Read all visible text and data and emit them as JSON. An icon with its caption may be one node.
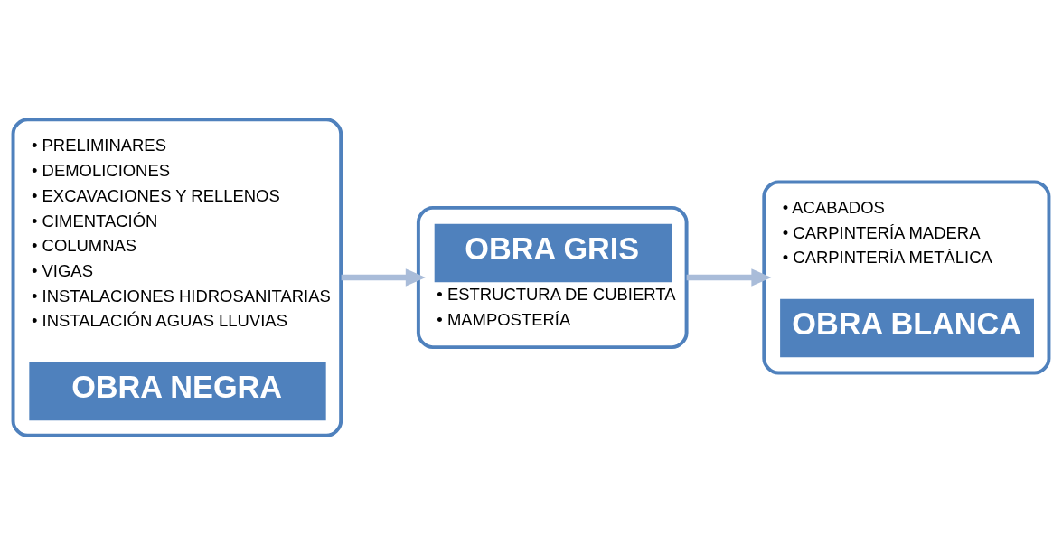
{
  "diagram": {
    "nodes": [
      {
        "text": [
          "• PRELIMINARES",
          "• DEMOLICIONES",
          "• EXCAVACIONES Y RELLENOS",
          "• CIMENTACIÓN",
          "• COLUMNAS",
          "• VIGAS",
          "• INSTALACIONES HIDROSANITARIAS",
          "• INSTALACIÓN AGUAS LLUVIAS",
          "OBRA NEGRA"
        ]
      },
      {
        "text": [
          "OBRA GRIS",
          "• ESTRUCTURA DE CUBIERTA",
          "• MAMPOSTERÍA"
        ]
      },
      {
        "text": [
          "• ACABADOS",
          "• CARPINTERÍA MADERA",
          "• CARPINTERÍA METÁLICA",
          "OBRA BLANCA"
        ]
      }
    ],
    "edges": [
      {
        "from": 0,
        "to": 1,
        "arrow": "to"
      },
      {
        "from": 1,
        "to": 2,
        "arrow": "to"
      }
    ]
  }
}
